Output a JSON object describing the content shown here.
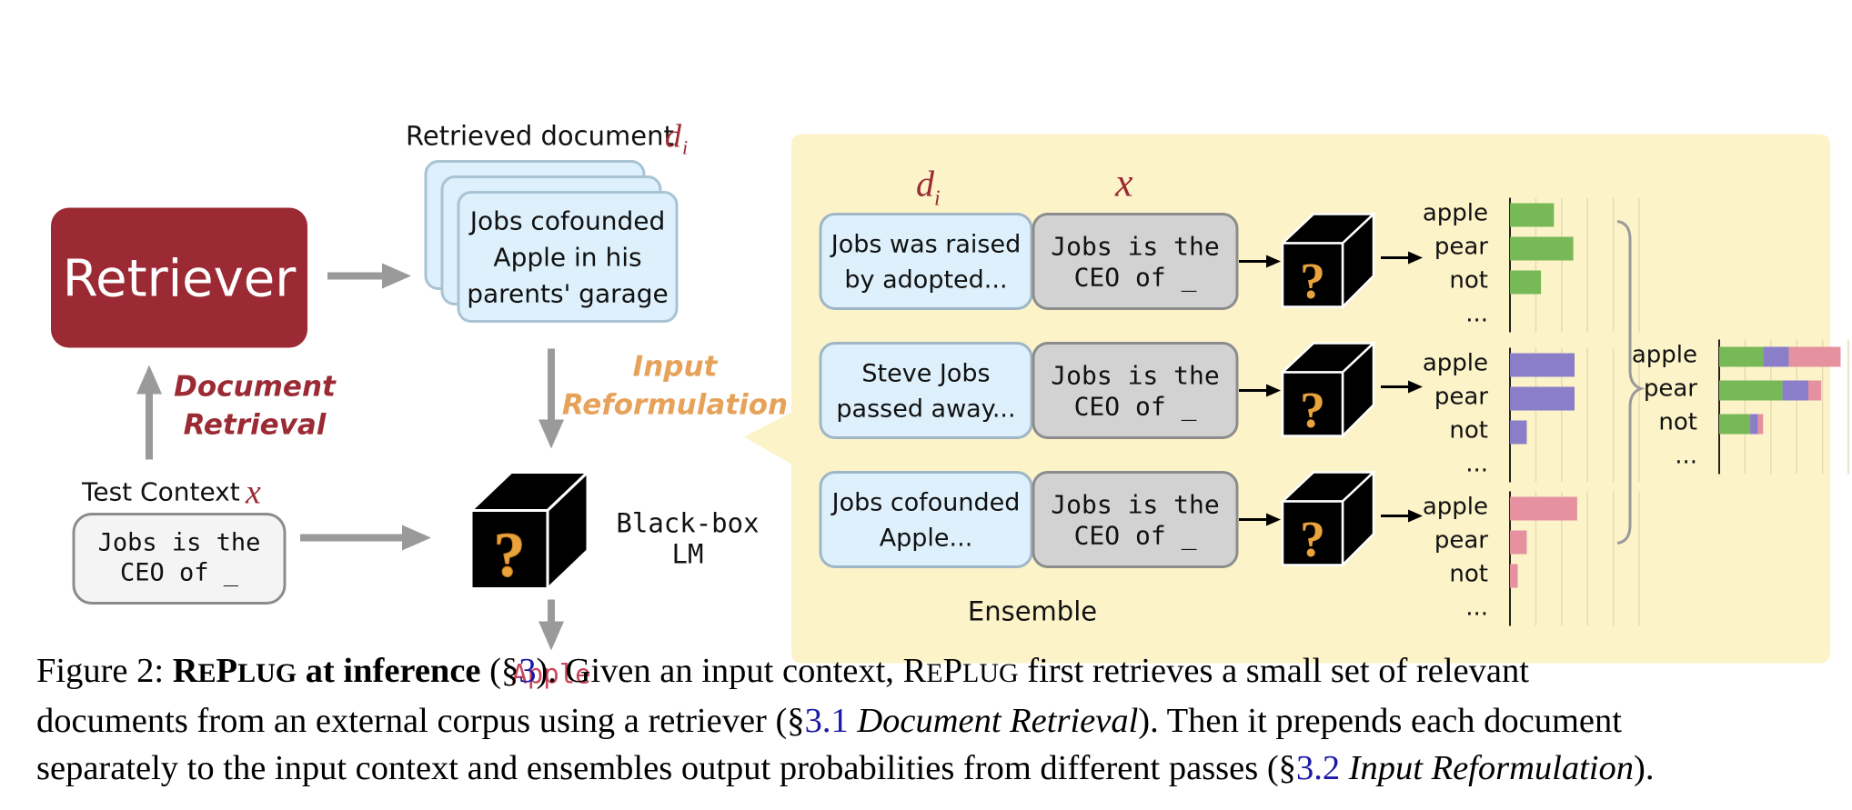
{
  "figure": {
    "retriever_label": "Retriever",
    "retrieved_document_label": "Retrieved document",
    "doc_var": "d",
    "doc_sub": "i",
    "retrieved_doc_lines": [
      "Jobs cofounded",
      "Apple in his",
      "parents' garage"
    ],
    "document_retrieval_lines": [
      "Document",
      "Retrieval"
    ],
    "input_reformulation_lines": [
      "Input",
      "Reformulation"
    ],
    "test_context_label": "Test Context",
    "x_var": "x",
    "test_context_lines": [
      "Jobs is the",
      "CEO of _"
    ],
    "blackbox_lines": [
      "Black-box",
      "LM"
    ],
    "output": "Apple",
    "question_mark": "?",
    "ensemble_label": "Ensemble",
    "passes": [
      {
        "doc_lines": [
          "Jobs was raised",
          "by adopted..."
        ],
        "context_lines": [
          "Jobs is the",
          "CEO of _"
        ]
      },
      {
        "doc_lines": [
          "Steve Jobs",
          "passed away..."
        ],
        "context_lines": [
          "Jobs is the",
          "CEO of _"
        ]
      },
      {
        "doc_lines": [
          "Jobs cofounded",
          "Apple..."
        ],
        "context_lines": [
          "Jobs is the",
          "CEO of _"
        ]
      }
    ],
    "ellipsis": "..."
  },
  "chart_data": [
    {
      "type": "bar",
      "categories": [
        "apple",
        "pear",
        "not",
        "..."
      ],
      "values": [
        0.34,
        0.49,
        0.24,
        0
      ],
      "color": "#77b956"
    },
    {
      "type": "bar",
      "categories": [
        "apple",
        "pear",
        "not",
        "..."
      ],
      "values": [
        0.5,
        0.5,
        0.13,
        0
      ],
      "color": "#8b7ec8"
    },
    {
      "type": "bar",
      "categories": [
        "apple",
        "pear",
        "not",
        "..."
      ],
      "values": [
        0.52,
        0.13,
        0.06,
        0
      ],
      "color": "#e691a0"
    },
    {
      "type": "bar",
      "stacked": true,
      "categories": [
        "apple",
        "pear",
        "not",
        "..."
      ],
      "series": [
        {
          "values": [
            0.34,
            0.49,
            0.24,
            0
          ],
          "color": "#77b956"
        },
        {
          "values": [
            0.2,
            0.2,
            0.06,
            0
          ],
          "color": "#8b7ec8"
        },
        {
          "values": [
            0.4,
            0.1,
            0.04,
            0
          ],
          "color": "#e691a0"
        }
      ]
    }
  ],
  "caption": {
    "label": "Figure 2:",
    "title_re": "R",
    "title_e": "E",
    "title_p": "P",
    "title_lug": "LUG",
    "title_rest": "at inference",
    "sec_open": "(§",
    "sec_num": "3",
    "sec_close": ").",
    "text_1": "Given an input context,",
    "brand_r": "R",
    "brand_e": "E",
    "brand_p": "P",
    "brand_lug": "LUG",
    "text_2": "first retrieves a small set of relevant",
    "line2_a": "documents from an external corpus using a retriever (§",
    "line2_ref": "3.1",
    "line2_it": "Document Retrieval",
    "line2_b": "). Then it prepends each document",
    "line3_a": "separately to the input context and ensembles output probabilities from different passes (§",
    "line3_ref": "3.2",
    "line3_it": "Input Reformulation",
    "line3_b": ")."
  }
}
